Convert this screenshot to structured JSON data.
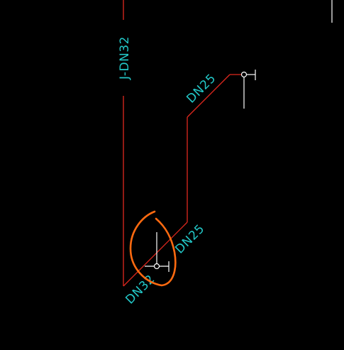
{
  "drawing": {
    "background": "#000000",
    "pipe_color": "#e0281e",
    "symbol_color": "#ffffff",
    "text_color": "#23c8c8",
    "markup_color": "#ff6a10",
    "labels": {
      "riser_vertical": "J-DN32",
      "upper_diagonal": "DN25",
      "lower_right_diagonal": "DN25",
      "lower_left": "DN32"
    },
    "symbols": [
      "valve-tee-symbol-upper",
      "valve-tee-symbol-lower"
    ],
    "markup": "circle-highlight"
  }
}
